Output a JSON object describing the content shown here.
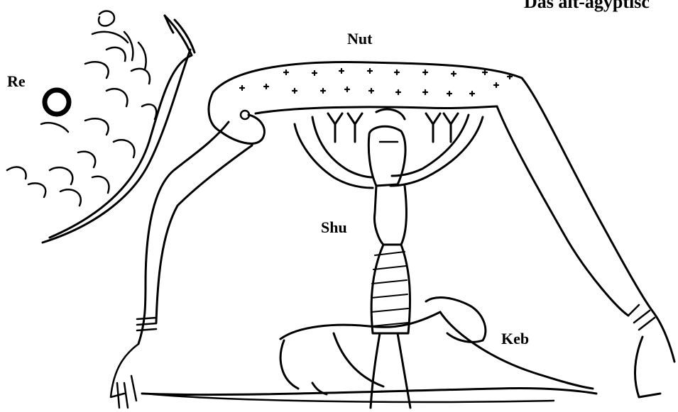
{
  "title": "Das alt-ägyptisc",
  "labels": {
    "nut": "Nut",
    "re": "Re",
    "shu": "Shu",
    "keb": "Keb"
  },
  "colors": {
    "ink": "#000000",
    "paper": "#ffffff"
  }
}
